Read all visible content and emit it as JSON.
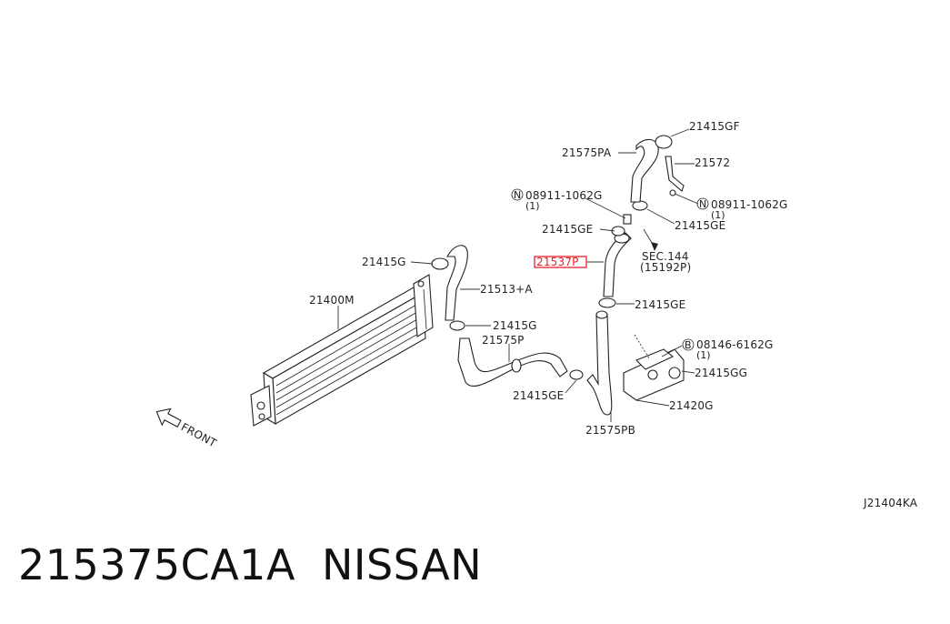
{
  "diagram": {
    "labels": {
      "radiator": "21400M",
      "clamp_left": "21415G",
      "hose_upper_left": "21513+A",
      "clamp_mid": "21415G",
      "hose_mid": "21575P",
      "clamp_ge_bottom": "21415GE",
      "hose_pb": "21575PB",
      "bracket": "21420G",
      "clamp_gg": "21415GG",
      "bolt_b": "08146-6162G",
      "bolt_b_qty": "(1)",
      "clamp_ge_right": "21415GE",
      "highlighted_part": "21537P",
      "sec_ref": "SEC.144",
      "sec_ref_sub": "(15192P)",
      "clamp_ge_top_left": "21415GE",
      "clamp_ge_top_right": "21415GE",
      "nut_left": "08911-1062G",
      "nut_left_qty": "(1)",
      "nut_right": "08911-1062G",
      "nut_right_qty": "(1)",
      "hose_pa": "21575PA",
      "clamp_gf": "21415GF",
      "pipe_572": "21572",
      "front": "FRONT",
      "diagram_code": "J21404KA",
      "symbol_n": "N",
      "symbol_b": "B"
    },
    "highlight_color": "#e8202a"
  },
  "footer": {
    "part_number": "215375CA1A",
    "brand": "NISSAN"
  }
}
